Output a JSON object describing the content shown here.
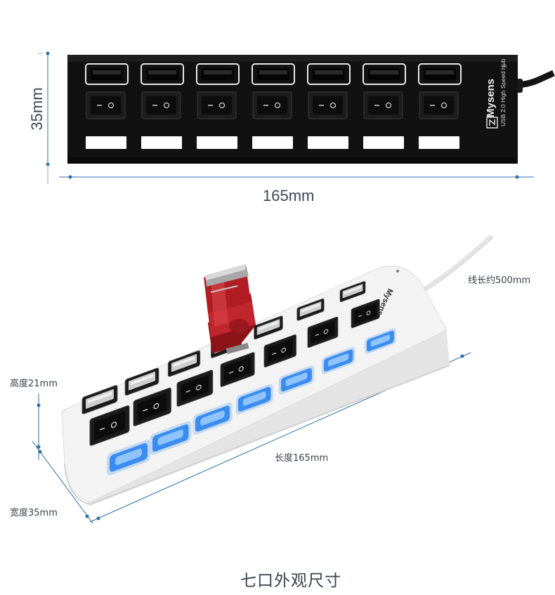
{
  "product": {
    "brand": "Mysens",
    "subtitle": "USB 2.0 High Speed Hub",
    "port_count": 7
  },
  "dimensions": {
    "top_height_label": "35mm",
    "top_length_label": "165mm",
    "cable_label": "线长约500mm",
    "height_label": "高度21mm",
    "length_label": "长度165mm",
    "width_label": "宽度35mm"
  },
  "caption": "七口外观尺寸",
  "colors": {
    "dimension_line": "#2c6ea8",
    "black_hub": "#111111",
    "white_hub": "#f2f2f2",
    "led_blue": "#3a8cf0",
    "drive_red": "#b01e24"
  }
}
